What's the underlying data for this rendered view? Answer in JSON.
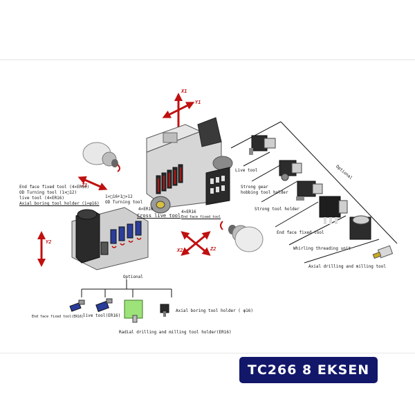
{
  "axes": {
    "x1": "X1",
    "y1": "Y1",
    "z1": "Z1",
    "x2": "X2",
    "z2": "Z2",
    "y2": "Y2"
  },
  "left_block": {
    "line1": "End face fixed tool (4×ER16)",
    "line2": "OD Turning tool (1×□12)",
    "line3": "live tool (4×ER16)",
    "line4": "Axial boring tool holder (1×φ16)"
  },
  "center": {
    "od_turning_line1": "1×□16+1□×12",
    "od_turning_line2": "OD Turning tool",
    "cross_live_line1": "4×ER16",
    "cross_live_line2": "Cross live tool",
    "end_face_line1": "4×ER16",
    "end_face_line2": "End face fixed tool"
  },
  "right_optional": {
    "title": "Optional",
    "items": [
      "Live tool",
      "Strong gear",
      "hobbing tool holder",
      "Strong tool holder",
      "End face fixed tool",
      "Whirling threading unit",
      "Axial drilling and milling tool"
    ]
  },
  "bottom_optional": {
    "title": "Optional",
    "end_face": "End face fixed tool(ER16)",
    "live_tool": "live tool(ER16)",
    "axial_boring": "Axial boring tool holder ( φ16)",
    "radial": "Radial drilling and milling tool holder(ER16)"
  },
  "badge": {
    "text": "TC266 8 EKSEN"
  },
  "colors": {
    "arrow_red": "#c01010",
    "badge_bg": "#12176a",
    "machine_gray": "#cfcfcf",
    "machine_dark": "#262626"
  }
}
